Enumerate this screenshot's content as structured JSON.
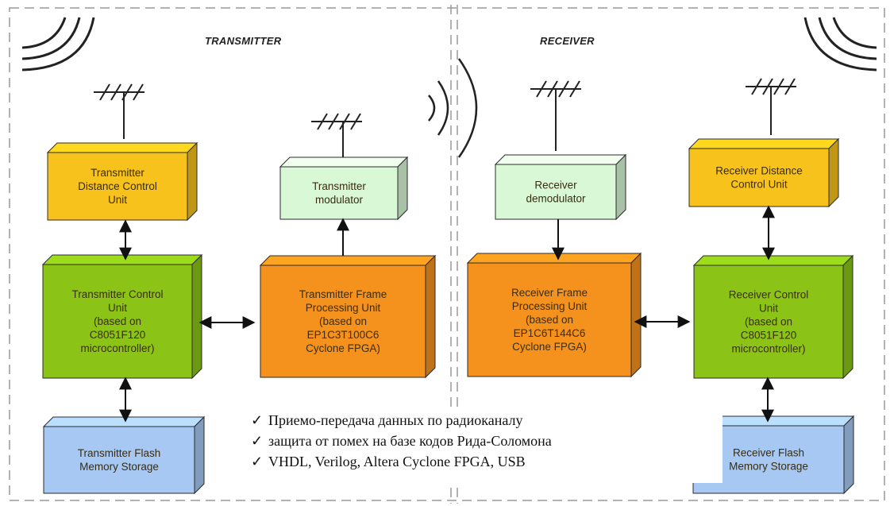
{
  "headers": {
    "transmitter": "TRANSMITTER",
    "receiver": "RECEIVER"
  },
  "boxes": [
    {
      "id": "tx-dcu",
      "lines": [
        "Transmitter",
        "Distance Control",
        "Unit"
      ]
    },
    {
      "id": "tx-mod",
      "lines": [
        "Transmitter",
        "modulator"
      ]
    },
    {
      "id": "rx-dem",
      "lines": [
        "Receiver",
        "demodulator"
      ]
    },
    {
      "id": "rx-dcu",
      "lines": [
        "Receiver Distance",
        "Control Unit"
      ]
    },
    {
      "id": "tx-cu",
      "lines": [
        "Transmitter Control",
        "Unit",
        "(based on",
        "C8051F120",
        "microcontroller)"
      ]
    },
    {
      "id": "tx-fpu",
      "lines": [
        "Transmitter Frame",
        "Processing Unit",
        "(based on",
        "EP1C3T100C6",
        "Cyclone FPGA)"
      ]
    },
    {
      "id": "rx-fpu",
      "lines": [
        "Receiver Frame",
        "Processing Unit",
        "(based on",
        "EP1C6T144C6",
        "Cyclone FPGA)"
      ]
    },
    {
      "id": "rx-cu",
      "lines": [
        "Receiver Control",
        "Unit",
        "(based on",
        "C8051F120",
        "microcontroller)"
      ]
    },
    {
      "id": "tx-flash",
      "lines": [
        "Transmitter Flash",
        "Memory Storage"
      ]
    },
    {
      "id": "rx-flash",
      "lines": [
        "Receiver Flash",
        "Memory Storage"
      ]
    }
  ],
  "notes": {
    "check": "✓",
    "items": [
      "Приемо-передача данных по радиоканалу",
      "защита от помех на базе кодов Рида-Соломона",
      "VHDL, Verilog, Altera Cyclone FPGA, USB"
    ]
  },
  "colors": {
    "yellow": "#f7c21c",
    "mint": "#d8f8d6",
    "green": "#8bc417",
    "orange": "#f5921d",
    "blue": "#a7c8f2",
    "stroke": "#2b2b2b",
    "dash": "#9a9a9a"
  }
}
